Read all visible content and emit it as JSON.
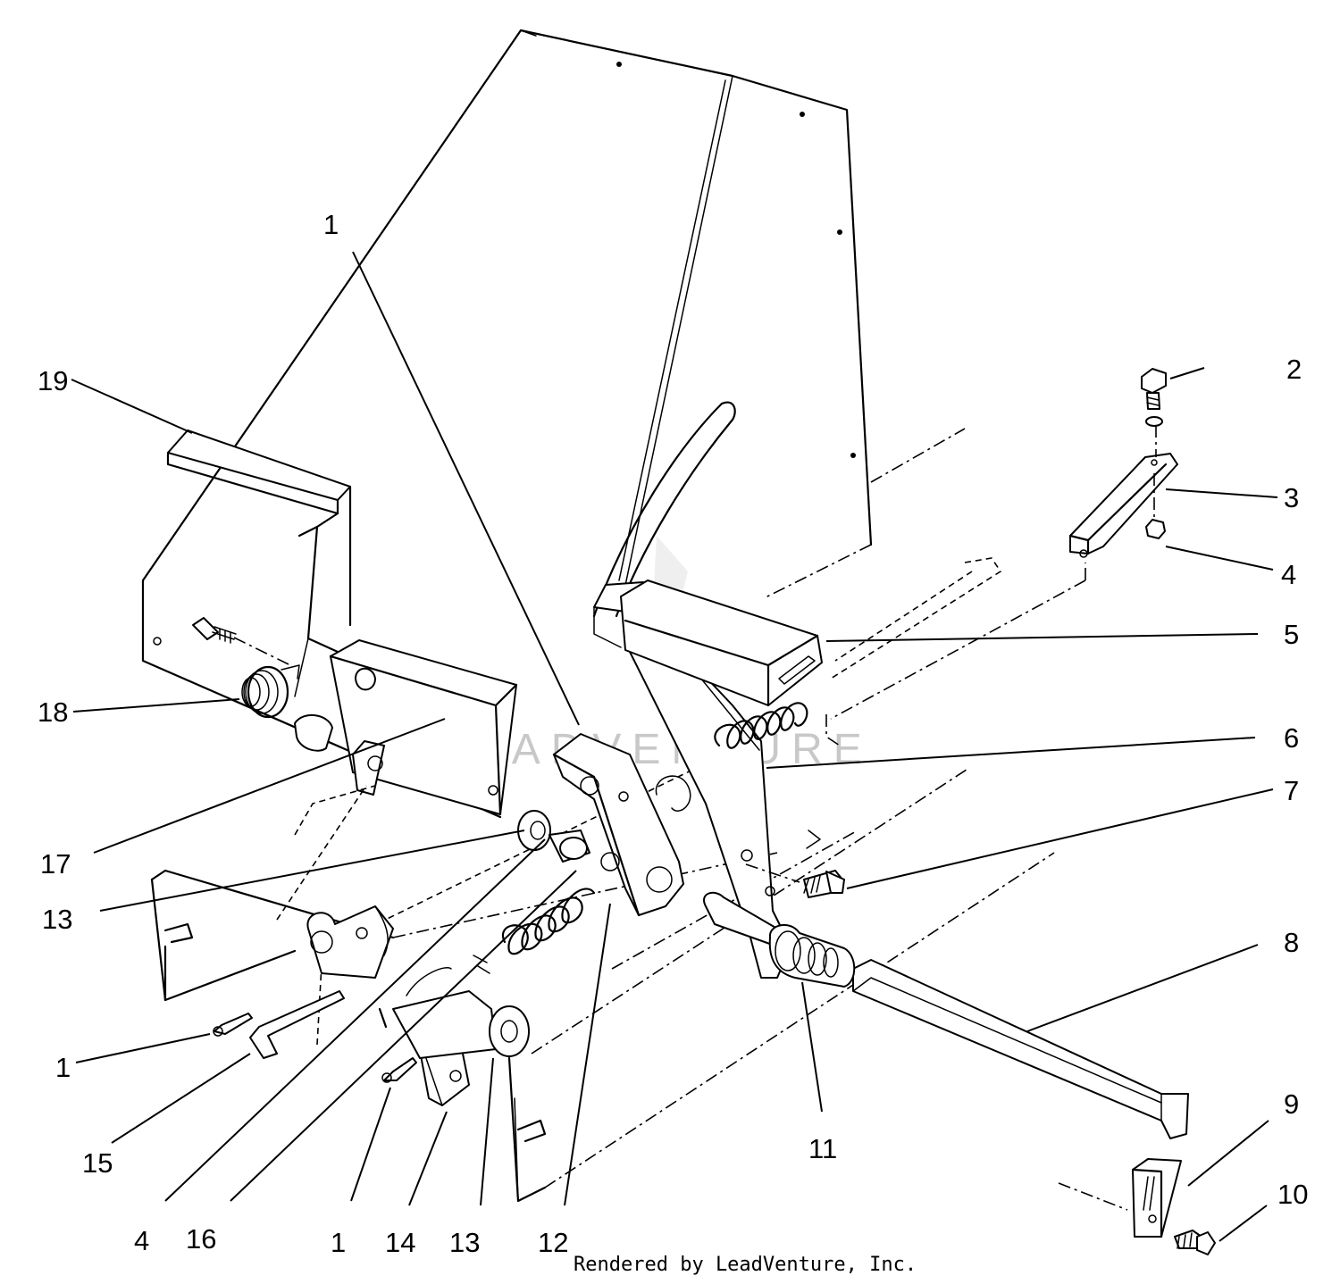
{
  "diagram": {
    "callouts": [
      "1",
      "2",
      "3",
      "4",
      "5",
      "6",
      "7",
      "8",
      "9",
      "10",
      "11",
      "12",
      "13",
      "14",
      "15",
      "16",
      "17",
      "18",
      "19"
    ],
    "watermark": "LEADVENTURE",
    "credit": "Rendered by LeadVenture, Inc."
  }
}
